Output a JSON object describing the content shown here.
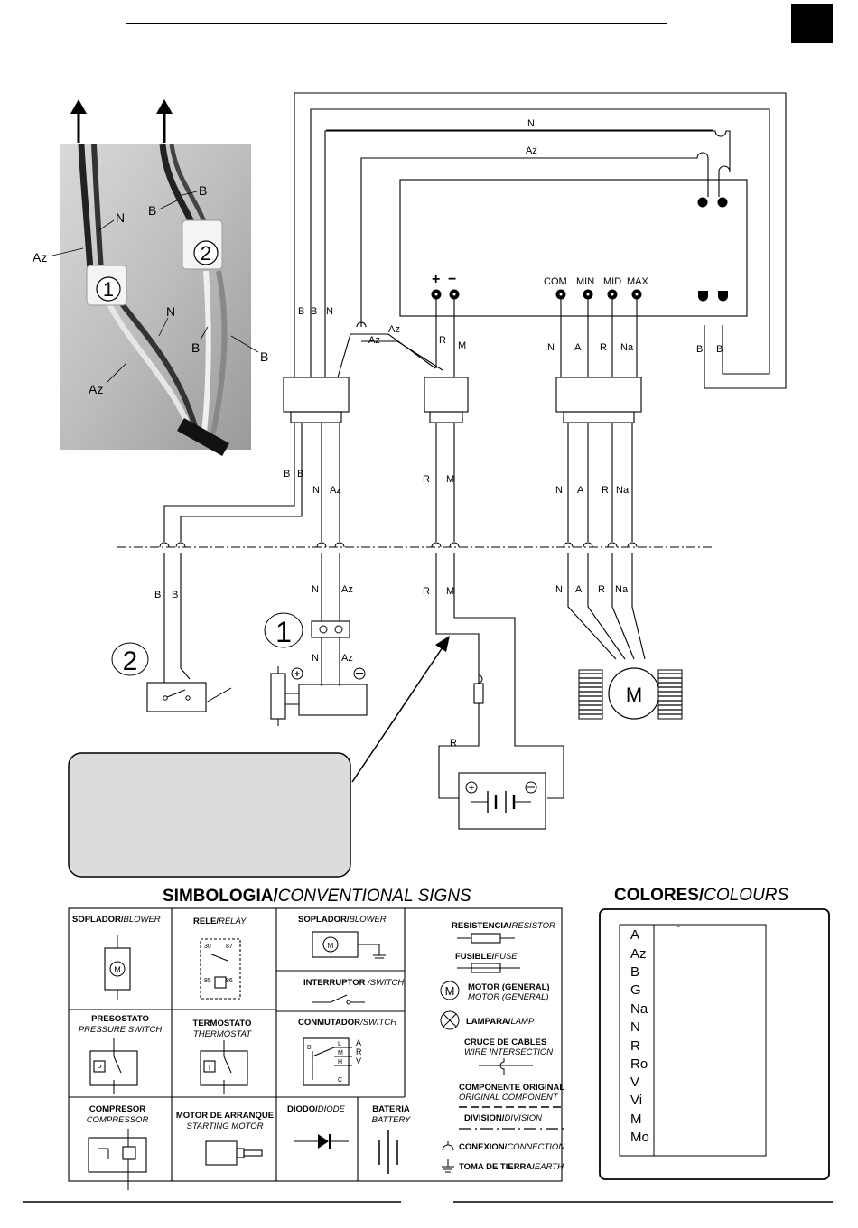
{
  "wire_labels": {
    "N": "N",
    "Az": "Az",
    "B": "B",
    "R": "R",
    "M": "M",
    "A": "A",
    "Na": "Na"
  },
  "terminals": {
    "com": "COM",
    "min": "MIN",
    "mid": "MID",
    "max": "MAX",
    "plus": "+",
    "minus": "−"
  },
  "callouts": {
    "one": "1",
    "two": "2"
  },
  "motor_symbol": "M",
  "photo_labels": {
    "az": "Az",
    "n": "N",
    "b": "B",
    "one": "1",
    "two": "2"
  },
  "symbology": {
    "title_bold": "SIMBOLOGIA/",
    "title_italic": "CONVENTIONAL SIGNS",
    "cells": {
      "blower1_es": "SOPLADOR/",
      "blower1_en": "BLOWER",
      "relay_es": "RELE/",
      "relay_en": "RELAY",
      "blower2_es": "SOPLADOR/",
      "blower2_en": "BLOWER",
      "switch1_es": "INTERRUPTOR ",
      "switch1_en": "/SWITCH",
      "pressure_es": "PRESOSTATO",
      "pressure_en": "PRESSURE SWITCH",
      "thermo_es": "TERMOSTATO",
      "thermo_en": "THERMOSTAT",
      "commut_es": "CONMUTADOR",
      "commut_en": "/SWITCH",
      "compressor_es": "COMPRESOR",
      "compressor_en": "COMPRESSOR",
      "starter_es": "MOTOR DE ARRANQUE",
      "starter_en": "STARTING MOTOR",
      "diode_es": "DIODO/",
      "diode_en": "DIODE",
      "battery_es": "BATERIA",
      "battery_en": "BATTERY",
      "resistor_es": "RESISTENCIA/",
      "resistor_en": "RESISTOR",
      "fuse_es": "FUSIBLE/",
      "fuse_en": "FUSE",
      "motor_es": "MOTOR (GENERAL)",
      "motor_en": "MOTOR (GENERAL)",
      "lamp_es": "LAMPARA/",
      "lamp_en": "LAMP",
      "cross_es": "CRUCE DE CABLES",
      "cross_en": "WIRE INTERSECTION",
      "orig_es": "COMPONENTE ORIGINAL",
      "orig_en": "ORIGINAL COMPONENT",
      "div_es": "DIVISION/",
      "div_en": "DIVISION",
      "conn_es": "CONEXION/",
      "conn_en": "CONNECTION",
      "earth_es": "TOMA DE TIERRA/",
      "earth_en": "EARTH"
    },
    "relay_pins": [
      "30",
      "87",
      "85",
      "86"
    ],
    "commut_pins": [
      "B",
      "L",
      "M",
      "H",
      "C",
      "A",
      "R",
      "V"
    ],
    "box_letters": {
      "p": "P",
      "t": "T",
      "m": "M"
    }
  },
  "colours": {
    "title_bold": "COLORES/",
    "title_italic": "COLOURS",
    "codes": [
      "A",
      "Az",
      "B",
      "G",
      "Na",
      "N",
      "R",
      "Ro",
      "V",
      "Vi",
      "M",
      "Mo"
    ]
  }
}
